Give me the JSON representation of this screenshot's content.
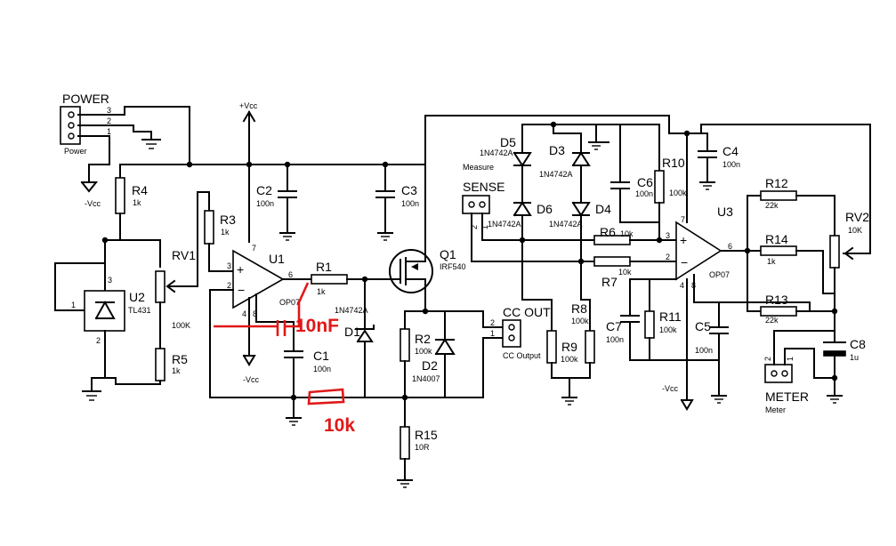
{
  "power": {
    "title": "POWER",
    "sub": "Power",
    "pins": [
      "3",
      "2",
      "1"
    ],
    "neg_rail": "-Vcc"
  },
  "vcc_top": "+Vcc",
  "vcc_bottom": "-Vcc",
  "vcc_right": "-Vcc",
  "components": {
    "R4": {
      "name": "R4",
      "value": "1k"
    },
    "R3": {
      "name": "R3",
      "value": "1k"
    },
    "RV1": {
      "name": "RV1",
      "value": "100K"
    },
    "U2": {
      "name": "U2",
      "value": "TL431",
      "pins": [
        "1",
        "3",
        "2"
      ]
    },
    "R5": {
      "name": "R5",
      "value": "1k"
    },
    "C2": {
      "name": "C2",
      "value": "100n"
    },
    "C3": {
      "name": "C3",
      "value": "100n"
    },
    "U1": {
      "name": "U1",
      "value": "OP07",
      "pins": [
        "7",
        "3",
        "2",
        "6",
        "4",
        "8"
      ]
    },
    "R1": {
      "name": "R1",
      "value": "1k"
    },
    "Q1": {
      "name": "Q1",
      "value": "IRF540"
    },
    "D1": {
      "name": "D1",
      "value": "1N4742A"
    },
    "C1": {
      "name": "C1",
      "value": "100n"
    },
    "R2": {
      "name": "R2",
      "value": "100k"
    },
    "D2": {
      "name": "D2",
      "value": "1N4007"
    },
    "R15": {
      "name": "R15",
      "value": "10R"
    },
    "CCOUT": {
      "name": "CC OUT",
      "value": "CC Output",
      "pins": [
        "2",
        "1"
      ]
    },
    "D5": {
      "name": "D5",
      "value": "1N4742A"
    },
    "D3": {
      "name": "D3",
      "value": "1N4742A"
    },
    "D6": {
      "name": "D6",
      "value": "1N4742A"
    },
    "D4": {
      "name": "D4",
      "value": "1N4742A"
    },
    "SENSE": {
      "name": "SENSE",
      "value": "Measure",
      "pins": [
        "2",
        "1"
      ]
    },
    "C6": {
      "name": "C6",
      "value": "100n"
    },
    "R10": {
      "name": "R10",
      "value": "100k"
    },
    "R6": {
      "name": "R6",
      "value": "10k"
    },
    "R7": {
      "name": "R7",
      "value": "10k"
    },
    "R8": {
      "name": "R8",
      "value": "100k"
    },
    "R9": {
      "name": "R9",
      "value": "100k"
    },
    "C7": {
      "name": "C7",
      "value": "100n"
    },
    "R11": {
      "name": "R11",
      "value": "100k"
    },
    "C5": {
      "name": "C5",
      "value": "100n"
    },
    "C4": {
      "name": "C4",
      "value": "100n"
    },
    "U3": {
      "name": "U3",
      "value": "OP07",
      "pins": [
        "7",
        "3",
        "2",
        "6",
        "4",
        "8"
      ]
    },
    "R12": {
      "name": "R12",
      "value": "22k"
    },
    "R14": {
      "name": "R14",
      "value": "1k"
    },
    "R13": {
      "name": "R13",
      "value": "22k"
    },
    "RV2": {
      "name": "RV2",
      "value": "10K"
    },
    "C8": {
      "name": "C8",
      "value": "1u"
    },
    "METER": {
      "name": "METER",
      "value": "Meter",
      "pins": [
        "2",
        "1"
      ]
    }
  },
  "annotations": {
    "cap": "10nF",
    "res": "10k"
  }
}
